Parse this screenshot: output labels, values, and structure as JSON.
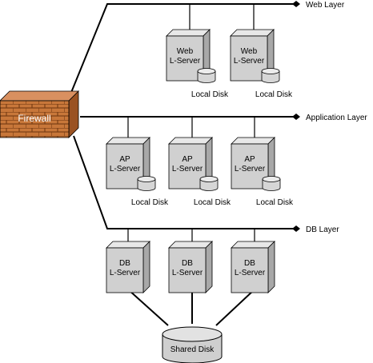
{
  "layers": {
    "web": "Web Layer",
    "application": "Application Layer",
    "db": "DB Layer"
  },
  "firewall": {
    "label": "Firewall"
  },
  "web_servers": [
    {
      "line1": "Web",
      "line2": "L-Server",
      "disk": "Local Disk"
    },
    {
      "line1": "Web",
      "line2": "L-Server",
      "disk": "Local Disk"
    }
  ],
  "ap_servers": [
    {
      "line1": "AP",
      "line2": "L-Server",
      "disk": "Local Disk"
    },
    {
      "line1": "AP",
      "line2": "L-Server",
      "disk": "Local Disk"
    },
    {
      "line1": "AP",
      "line2": "L-Server",
      "disk": "Local Disk"
    }
  ],
  "db_servers": [
    {
      "line1": "DB",
      "line2": "L-Server"
    },
    {
      "line1": "DB",
      "line2": "L-Server"
    },
    {
      "line1": "DB",
      "line2": "L-Server"
    }
  ],
  "shared_disk": {
    "label": "Shared Disk"
  },
  "colors": {
    "server_face": "#d0d0d0",
    "server_side": "#a8a8a8",
    "server_top": "#e8e8e8",
    "brick": "#c8773a",
    "mortar": "#8a4a1c",
    "line": "#000000"
  }
}
